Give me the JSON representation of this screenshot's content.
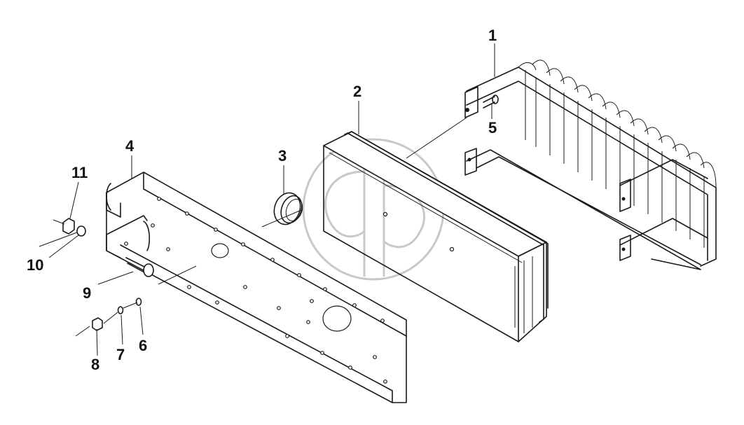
{
  "diagram": {
    "callouts": [
      {
        "id": "1",
        "label": "1"
      },
      {
        "id": "2",
        "label": "2"
      },
      {
        "id": "3",
        "label": "3"
      },
      {
        "id": "4",
        "label": "4"
      },
      {
        "id": "5",
        "label": "5"
      },
      {
        "id": "6",
        "label": "6"
      },
      {
        "id": "7",
        "label": "7"
      },
      {
        "id": "8",
        "label": "8"
      },
      {
        "id": "9",
        "label": "9"
      },
      {
        "id": "10",
        "label": "10"
      },
      {
        "id": "11",
        "label": "11"
      }
    ],
    "colors": {
      "line": "#1a1a1a",
      "background": "#ffffff",
      "watermark": "#c8c8c8"
    },
    "watermark": {
      "icon": "logo-watermark-icon"
    }
  }
}
